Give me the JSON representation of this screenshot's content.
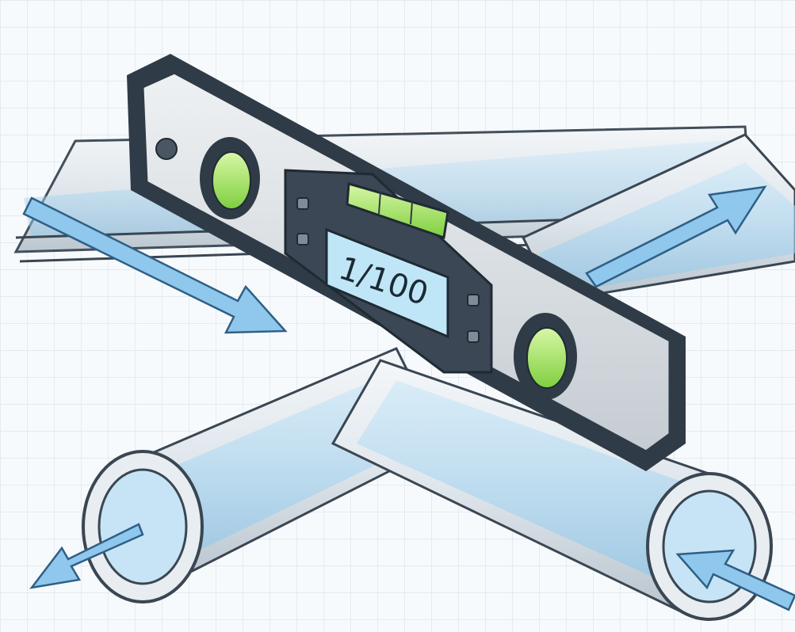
{
  "level": {
    "display_value": "1/100",
    "bubble_color": "#9ee45a",
    "body_color": "#d9dde1",
    "frame_color": "#2f3b47",
    "display_color": "#bfe6f7"
  },
  "pipes": {
    "pipe_color": "#e4eaef",
    "water_color": "#a9d8f2",
    "arrow_color": "#8fc8ec"
  },
  "background": {
    "grid_color": "#d7e2ea",
    "paper_color": "#f7fafc"
  },
  "icons": [
    "level-tool",
    "pipe-tee",
    "flow-arrow",
    "bubble-vial"
  ]
}
